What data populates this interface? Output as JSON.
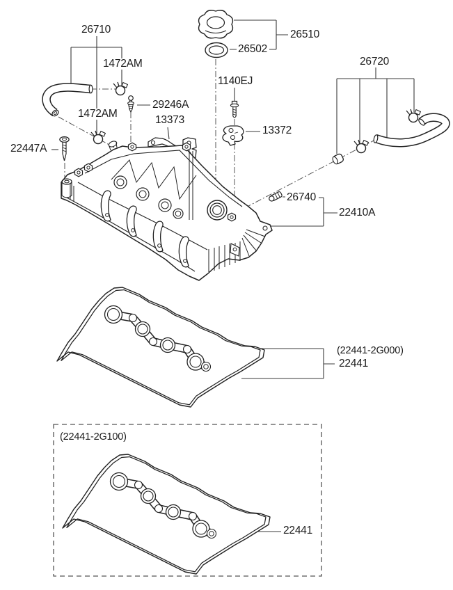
{
  "diagram": {
    "type": "parts-exploded-view",
    "subject": "rocker-cover / valve cover assembly",
    "line_color": "#222222",
    "leader_color": "#3a3a3a",
    "centerline_color": "#555555",
    "background": "#ffffff"
  },
  "labels": {
    "p26710": "26710",
    "p1472am_1": "1472AM",
    "p1472am_2": "1472AM",
    "p29246a": "29246A",
    "p13373": "13373",
    "p22447a": "22447A",
    "p26510": "26510",
    "p26502": "26502",
    "p1140ej": "1140EJ",
    "p13372": "13372",
    "p26720": "26720",
    "p26740": "26740",
    "p22410a": "22410A",
    "p22441_variant_a": "(22441-2G000)",
    "p22441_a": "22441",
    "p22441_variant_b": "(22441-2G100)",
    "p22441_b": "22441"
  }
}
